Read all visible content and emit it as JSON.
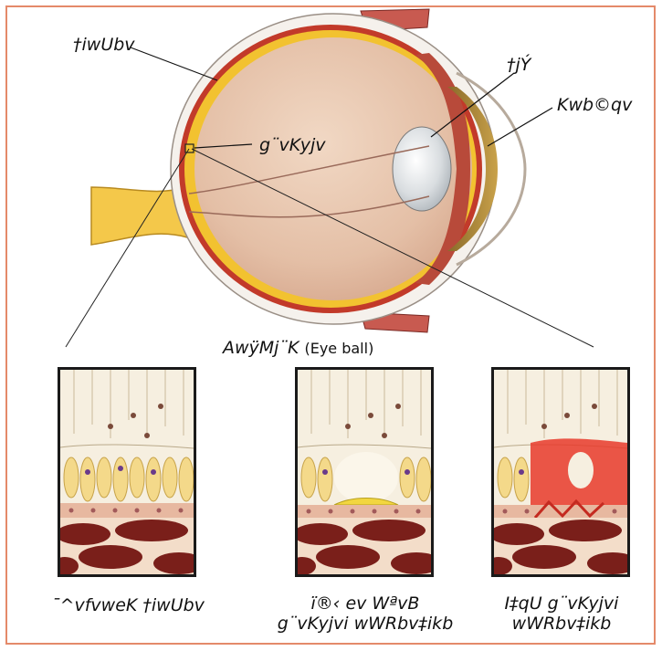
{
  "labels": {
    "retina": "†iwUbv",
    "macula": "g¨vKyjv",
    "lens": "†jÝ",
    "cornea": "Kwb©qv",
    "eyeball_bn": "AwÿMj¨K",
    "eyeball_en": "(Eye ball)"
  },
  "panels": [
    {
      "caption_lines": [
        "¯^vfvweK †iwUbv"
      ]
    },
    {
      "caption_lines": [
        "ï®‹ ev WªvB",
        "g¨vKyjvi wWRbv‡ikb"
      ]
    },
    {
      "caption_lines": [
        "I‡qU g¨vKyjvi",
        "wWRbv‡ikb"
      ]
    }
  ],
  "colors": {
    "frame": "#e48a6a",
    "retina_yellow": "#f2c230",
    "choroid_red": "#c23a2a",
    "vitreous": "#e9c9b0",
    "blood": "#7a1f1a",
    "wet_red": "#e83a2a"
  }
}
